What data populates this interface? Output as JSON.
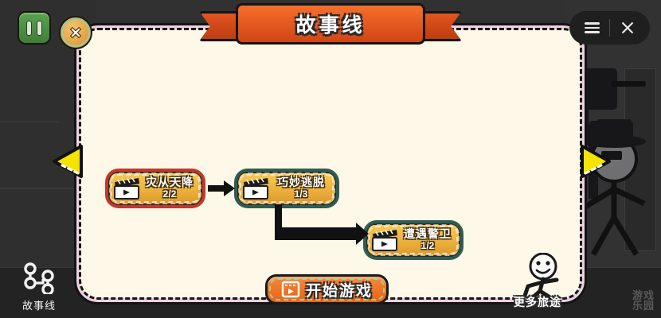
{
  "window": {
    "title": "故事线"
  },
  "top_left": {
    "pause_icon": "pause-icon",
    "close_icon": "close-icon"
  },
  "top_right": {
    "menu_icon": "hamburger-menu-icon",
    "close_icon": "close-icon"
  },
  "navigation": {
    "prev_arrow": "chevron-left-arrow",
    "next_arrow": "chevron-right-arrow"
  },
  "storyline": {
    "nodes": [
      {
        "name": "灾从天降",
        "progress": "2/2",
        "state": "selected",
        "icon": "clapperboard-play-icon"
      },
      {
        "name": "巧妙逃脱",
        "progress": "1/3",
        "state": "normal",
        "icon": "clapperboard-play-icon"
      },
      {
        "name": "遭遇警卫",
        "progress": "1/2",
        "state": "normal",
        "icon": "clapperboard-play-icon"
      }
    ]
  },
  "actions": {
    "start_game": "开始游戏",
    "start_game_icon": "film-play-icon"
  },
  "bottom_nav": {
    "storyline_label": "故事线",
    "storyline_icon": "node-graph-icon"
  },
  "more": {
    "label": "更多旅途",
    "icon": "stick-figure-icon"
  },
  "watermark": {
    "line1": "游戏",
    "line2": "乐园"
  },
  "colors": {
    "panel_bg": "#fdf8e8",
    "panel_border": "#eecfdf",
    "ribbon": "#e2561f",
    "node_gold": "#edb23e",
    "node_selected_border": "#c0392b",
    "node_normal_border": "#2f5d52",
    "start_button": "#ef7526",
    "arrow_yellow": "#f5e400",
    "pause_green": "#3e7f38"
  }
}
